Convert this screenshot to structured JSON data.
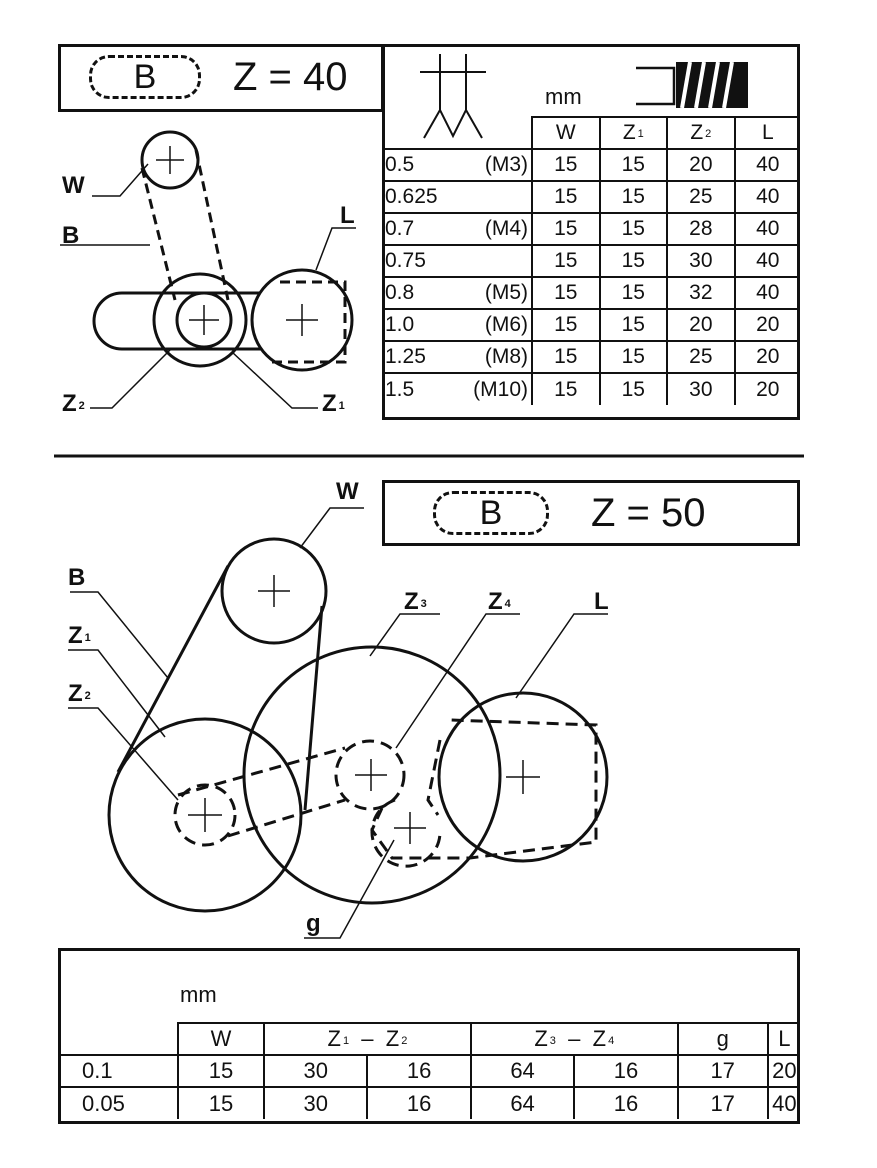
{
  "top": {
    "belt_label": "B",
    "z_label": "Z = 40",
    "unit": "mm",
    "callouts": {
      "w": "W",
      "b": "B",
      "l": "L",
      "z2": "Z",
      "z2_sub": "2",
      "z1": "Z",
      "z1_sub": "1"
    },
    "headers": [
      "W",
      "Z",
      "Z",
      "L"
    ],
    "header_subs": [
      "",
      "1",
      "2",
      ""
    ],
    "rows": [
      {
        "pitch": "0.5",
        "thread": "(M3)",
        "w": "15",
        "z1": "15",
        "z2": "20",
        "l": "40"
      },
      {
        "pitch": "0.625",
        "thread": "",
        "w": "15",
        "z1": "15",
        "z2": "25",
        "l": "40"
      },
      {
        "pitch": "0.7",
        "thread": "(M4)",
        "w": "15",
        "z1": "15",
        "z2": "28",
        "l": "40"
      },
      {
        "pitch": "0.75",
        "thread": "",
        "w": "15",
        "z1": "15",
        "z2": "30",
        "l": "40"
      },
      {
        "pitch": "0.8",
        "thread": "(M5)",
        "w": "15",
        "z1": "15",
        "z2": "32",
        "l": "40"
      },
      {
        "pitch": "1.0",
        "thread": "(M6)",
        "w": "15",
        "z1": "15",
        "z2": "20",
        "l": "20"
      },
      {
        "pitch": "1.25",
        "thread": "(M8)",
        "w": "15",
        "z1": "15",
        "z2": "25",
        "l": "20"
      },
      {
        "pitch": "1.5",
        "thread": "(M10)",
        "w": "15",
        "z1": "15",
        "z2": "30",
        "l": "20"
      }
    ]
  },
  "bottom": {
    "belt_label": "B",
    "z_label": "Z = 50",
    "unit": "mm",
    "callouts": {
      "w": "W",
      "b": "B",
      "z1": "Z",
      "z1_sub": "1",
      "z2": "Z",
      "z2_sub": "2",
      "z3": "Z",
      "z3_sub": "3",
      "z4": "Z",
      "z4_sub": "4",
      "l": "L",
      "g": "g"
    },
    "headers": {
      "w": "W",
      "z1": "Z",
      "z1_sub": "1",
      "dash1": "–",
      "z2": "Z",
      "z2_sub": "2",
      "z3": "Z",
      "z3_sub": "3",
      "dash2": "–",
      "z4": "Z",
      "z4_sub": "4",
      "g": "g",
      "l": "L"
    },
    "rows": [
      {
        "pitch": "0.1",
        "w": "15",
        "z1": "30",
        "z2": "16",
        "z3": "64",
        "z4": "16",
        "g": "17",
        "l": "20"
      },
      {
        "pitch": "0.05",
        "w": "15",
        "z1": "30",
        "z2": "16",
        "z3": "64",
        "z4": "16",
        "g": "17",
        "l": "40"
      }
    ]
  }
}
